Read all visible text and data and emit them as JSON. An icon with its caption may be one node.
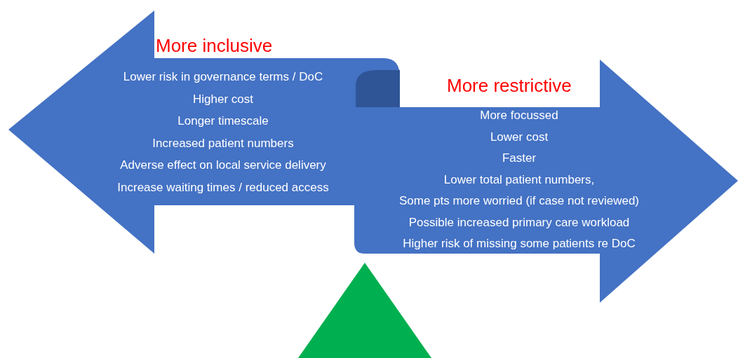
{
  "diagram": {
    "nodes": [
      {
        "text": [
          "More inclusive",
          "Lower risk in governance terms / DoC",
          "Higher cost",
          "Longer timescale",
          "Increased patient numbers",
          "Adverse effect on local service delivery",
          "Increase waiting times / reduced access"
        ]
      },
      {
        "text": [
          "More restrictive",
          "More focussed",
          "Lower cost",
          "Faster",
          "Lower total patient numbers,",
          "Some pts more worried (if case not reviewed)",
          "Possible increased primary care workload",
          "Higher risk of missing some patients re DoC"
        ]
      },
      {
        "text": [],
        "shape": "triangle"
      }
    ],
    "edges": []
  }
}
